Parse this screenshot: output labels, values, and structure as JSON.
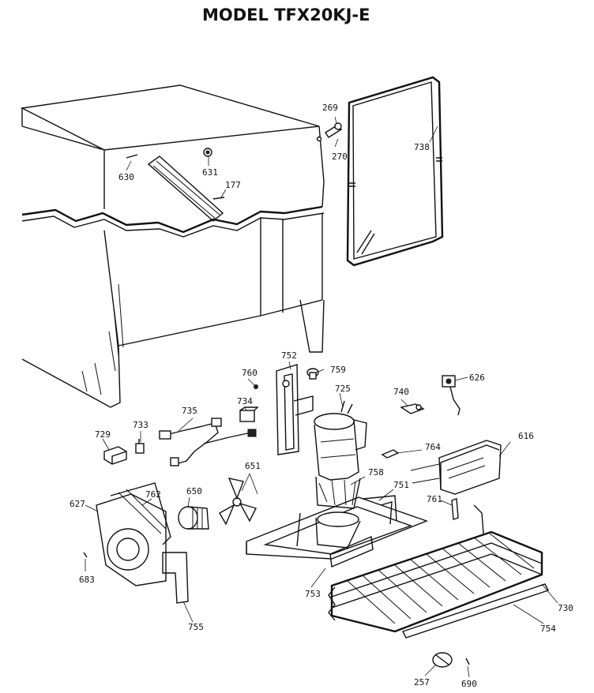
{
  "title": "MODEL TFX20KJ-E",
  "parts": {
    "p269": "269",
    "p270": "270",
    "p738": "738",
    "p630": "630",
    "p631": "631",
    "p177": "177",
    "p752": "752",
    "p759": "759",
    "p760": "760",
    "p725": "725",
    "p740": "740",
    "p626": "626",
    "p734": "734",
    "p735": "735",
    "p733": "733",
    "p729": "729",
    "p616": "616",
    "p764": "764",
    "p758": "758",
    "p751": "751",
    "p761": "761",
    "p651": "651",
    "p650": "650",
    "p762": "762",
    "p627": "627",
    "p683": "683",
    "p755": "755",
    "p753": "753",
    "p730": "730",
    "p754": "754",
    "p257": "257",
    "p690": "690"
  }
}
